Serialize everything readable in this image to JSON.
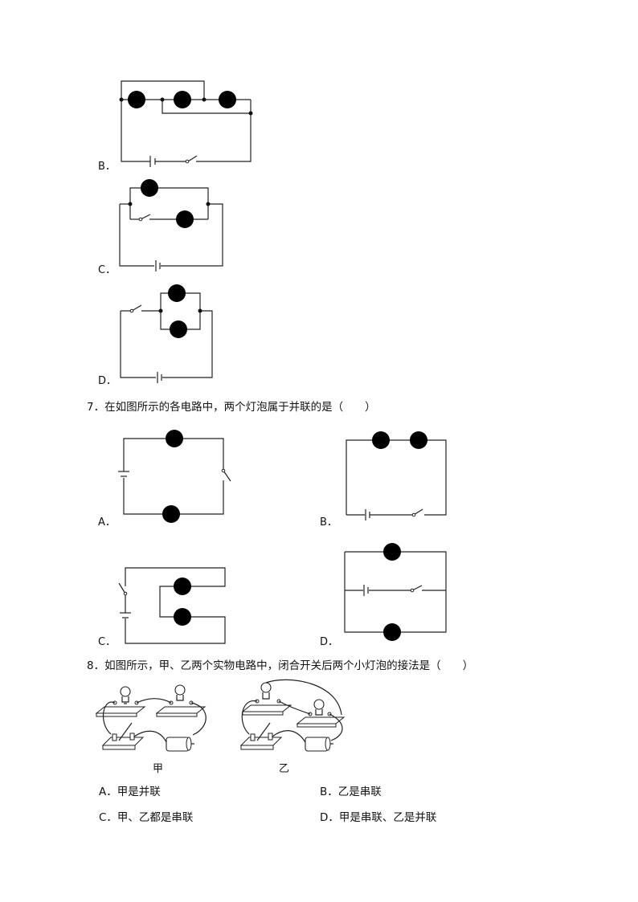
{
  "q6": {
    "option_b": "B．",
    "option_c": "C．",
    "option_d": "D．"
  },
  "q7": {
    "stem": "7．在如图所示的各电路中，两个灯泡属于并联的是（　　）",
    "option_a": "A．",
    "option_b": "B．",
    "option_c": "C．",
    "option_d": "D．"
  },
  "q8": {
    "stem": "8．如图所示，甲、乙两个实物电路中，闭合开关后两个小灯泡的接法是（　　）",
    "figure_label_jia": "甲",
    "figure_label_yi": "乙",
    "choice_a": "A．甲是并联",
    "choice_b": "B．乙是串联",
    "choice_c": "C．甲、乙都是串联",
    "choice_d": "D．甲是串联、乙是并联"
  }
}
